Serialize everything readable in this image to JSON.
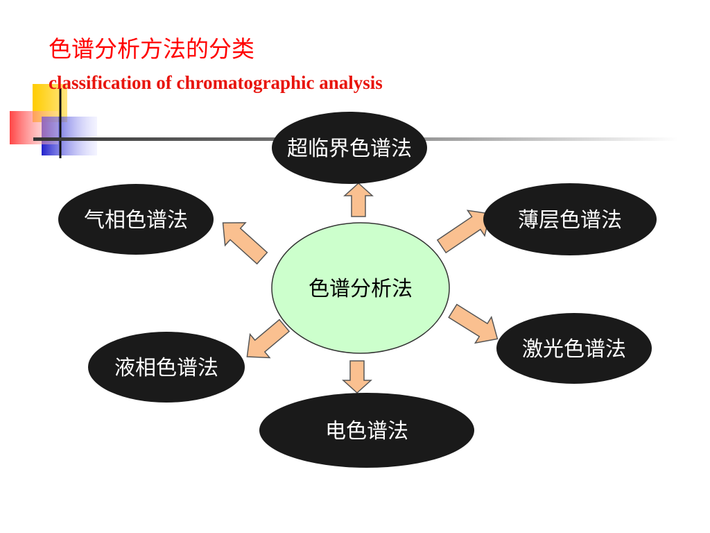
{
  "title": {
    "zh": "色谱分析方法的分类",
    "en": "classification of chromatographic analysis"
  },
  "colors": {
    "title": "#ff0000",
    "node_fill": "#1a1a1a",
    "node_text": "#ffffff",
    "center_fill": "#ccffcc",
    "arrow_fill": "#fac090",
    "arrow_stroke": "#555555",
    "deco_yellow": "#ffcc00",
    "deco_red": "#ff3333",
    "deco_blue": "#2b2bd6"
  },
  "diagram": {
    "center": {
      "label": "色谱分析法"
    },
    "nodes": [
      {
        "id": "supercritical",
        "label": "超临界色谱法"
      },
      {
        "id": "tlc",
        "label": "薄层色谱法"
      },
      {
        "id": "laser",
        "label": "激光色谱法"
      },
      {
        "id": "electro",
        "label": "电色谱法"
      },
      {
        "id": "liquid",
        "label": "液相色谱法"
      },
      {
        "id": "gas",
        "label": "气相色谱法"
      }
    ]
  }
}
